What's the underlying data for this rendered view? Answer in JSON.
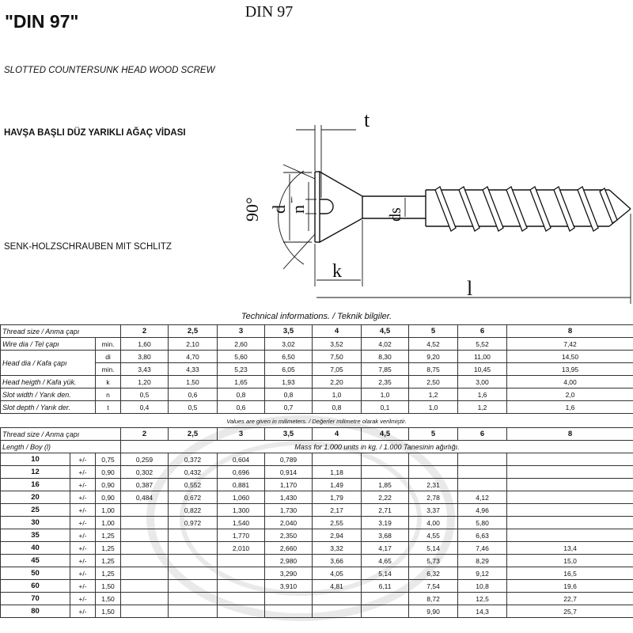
{
  "header": {
    "code_title": "\"DIN 97\"",
    "center_title": "DIN 97",
    "name_en": "SLOTTED COUNTERSUNK HEAD WOOD SCREW",
    "name_tr": "HAVŞA BAŞLI DÜZ YARIKLI AĞAÇ VİDASI",
    "name_de": "SENK-HOLZSCHRAUBEN MIT SCHLITZ"
  },
  "drawing": {
    "angle": "90°",
    "t": "t",
    "d": "d",
    "d_sub": "i",
    "n": "n",
    "ds": "ds",
    "k": "k",
    "l": "l"
  },
  "tech": {
    "caption": "Technical informations.  / Teknik bilgiler.",
    "sizes_label": "Thread size / Anma çapı",
    "sizes": [
      "2",
      "2,5",
      "3",
      "3,5",
      "4",
      "4,5",
      "5",
      "6",
      "8"
    ],
    "rows": [
      {
        "label": "Wire dia / Tel çapı",
        "unit": "min.",
        "values": [
          "1,60",
          "2,10",
          "2,60",
          "3,02",
          "3,52",
          "4,02",
          "4,52",
          "5,52",
          "7,42"
        ]
      },
      {
        "label": "Head dia / Kafa çapı",
        "unit": "di",
        "values": [
          "3,80",
          "4,70",
          "5,60",
          "6,50",
          "7,50",
          "8,30",
          "9,20",
          "11,00",
          "14,50"
        ]
      },
      {
        "label": "",
        "unit": "min.",
        "values": [
          "3,43",
          "4,33",
          "5,23",
          "6,05",
          "7,05",
          "7,85",
          "8,75",
          "10,45",
          "13,95"
        ]
      },
      {
        "label": "Head heigth / Kafa yük.",
        "unit": "k",
        "values": [
          "1,20",
          "1,50",
          "1,65",
          "1,93",
          "2,20",
          "2,35",
          "2,50",
          "3,00",
          "4,00"
        ]
      },
      {
        "label": "Slot width / Yarık den.",
        "unit": "n",
        "values": [
          "0,5",
          "0,6",
          "0,8",
          "0,8",
          "1,0",
          "1,0",
          "1,2",
          "1,6",
          "2,0"
        ]
      },
      {
        "label": "Slot depth / Yarık der.",
        "unit": "t",
        "values": [
          "0,4",
          "0,5",
          "0,6",
          "0,7",
          "0,8",
          "0,1",
          "1,0",
          "1,2",
          "1,6"
        ]
      }
    ],
    "note": "Values are given in milimeters.  / Değerler milimetre olarak verilmiştir."
  },
  "mass": {
    "sizes_label": "Thread size / Anma çapı",
    "length_label": "Length / Boy (l)",
    "header_note": "Mass for 1.000 units in kg. / 1.000 Tanesinin ağırlığı.",
    "rows": [
      {
        "len": "10",
        "pm": "+/-",
        "tol": "0,75",
        "values": [
          "0,259",
          "0,372",
          "0,604",
          "0,789",
          "",
          "",
          "",
          "",
          ""
        ]
      },
      {
        "len": "12",
        "pm": "+/-",
        "tol": "0,90",
        "values": [
          "0,302",
          "0,432",
          "0,696",
          "0,914",
          "1,18",
          "",
          "",
          "",
          ""
        ]
      },
      {
        "len": "16",
        "pm": "+/-",
        "tol": "0,90",
        "values": [
          "0,387",
          "0,552",
          "0,881",
          "1,170",
          "1,49",
          "1,85",
          "2,31",
          "",
          ""
        ]
      },
      {
        "len": "20",
        "pm": "+/-",
        "tol": "0,90",
        "values": [
          "0,484",
          "0,672",
          "1,060",
          "1,430",
          "1,79",
          "2,22",
          "2,78",
          "4,12",
          ""
        ]
      },
      {
        "len": "25",
        "pm": "+/-",
        "tol": "1,00",
        "values": [
          "",
          "0,822",
          "1,300",
          "1,730",
          "2,17",
          "2,71",
          "3,37",
          "4,96",
          ""
        ]
      },
      {
        "len": "30",
        "pm": "+/-",
        "tol": "1,00",
        "values": [
          "",
          "0,972",
          "1,540",
          "2,040",
          "2,55",
          "3,19",
          "4,00",
          "5,80",
          ""
        ]
      },
      {
        "len": "35",
        "pm": "+/-",
        "tol": "1,25",
        "values": [
          "",
          "",
          "1,770",
          "2,350",
          "2,94",
          "3,68",
          "4,55",
          "6,63",
          ""
        ]
      },
      {
        "len": "40",
        "pm": "+/-",
        "tol": "1,25",
        "values": [
          "",
          "",
          "2,010",
          "2,660",
          "3,32",
          "4,17",
          "5,14",
          "7,46",
          "13,4"
        ]
      },
      {
        "len": "45",
        "pm": "+/-",
        "tol": "1,25",
        "values": [
          "",
          "",
          "",
          "2,980",
          "3,66",
          "4,65",
          "5,73",
          "8,29",
          "15,0"
        ]
      },
      {
        "len": "50",
        "pm": "+/-",
        "tol": "1,25",
        "values": [
          "",
          "",
          "",
          "3,290",
          "4,05",
          "5,14",
          "6,32",
          "9,12",
          "16,5"
        ]
      },
      {
        "len": "60",
        "pm": "+/-",
        "tol": "1,50",
        "values": [
          "",
          "",
          "",
          "3,910",
          "4,81",
          "6,11",
          "7,54",
          "10,8",
          "19,6"
        ]
      },
      {
        "len": "70",
        "pm": "+/-",
        "tol": "1,50",
        "values": [
          "",
          "",
          "",
          "",
          "",
          "",
          "8,72",
          "12,5",
          "22,7"
        ]
      },
      {
        "len": "80",
        "pm": "+/-",
        "tol": "1,50",
        "values": [
          "",
          "",
          "",
          "",
          "",
          "",
          "9,90",
          "14,3",
          "25,7"
        ]
      }
    ]
  }
}
